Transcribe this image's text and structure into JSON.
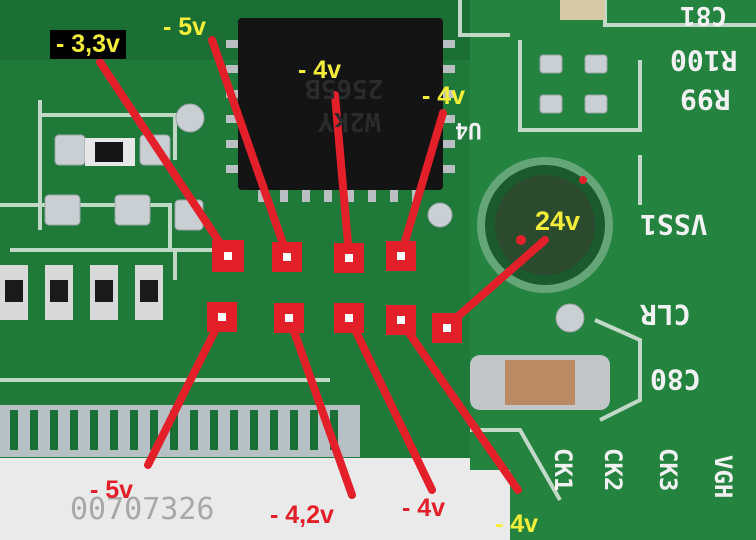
{
  "chip": {
    "marking_line1": "2565B",
    "marking_line2": "W2kY"
  },
  "silkscreen": {
    "c81": "C81",
    "r100": "R100",
    "r99": "R99",
    "u4": "U4",
    "vss1": "VSS1",
    "clr": "CLR",
    "c80": "C80",
    "ck1": "CK1",
    "ck2": "CK2",
    "ck3": "CK3",
    "vgh": "VGH",
    "serial": "00707326"
  },
  "labels": {
    "top_pin1": "- 3,3v",
    "top_pin2": "- 5v",
    "top_pin3": "- 4v",
    "top_pin4": "- 4v",
    "cap": "24v",
    "bottom_pin1": "- 5v",
    "bottom_pin2": "- 4,2v",
    "bottom_pin3": "- 4v",
    "bottom_pin4": "- 4v"
  },
  "colors": {
    "board": "#1f7a3a",
    "marker": "#e3202a",
    "label_yellow": "#f4ee3a",
    "chip": "#141414",
    "silk": "#f2f2f2"
  }
}
